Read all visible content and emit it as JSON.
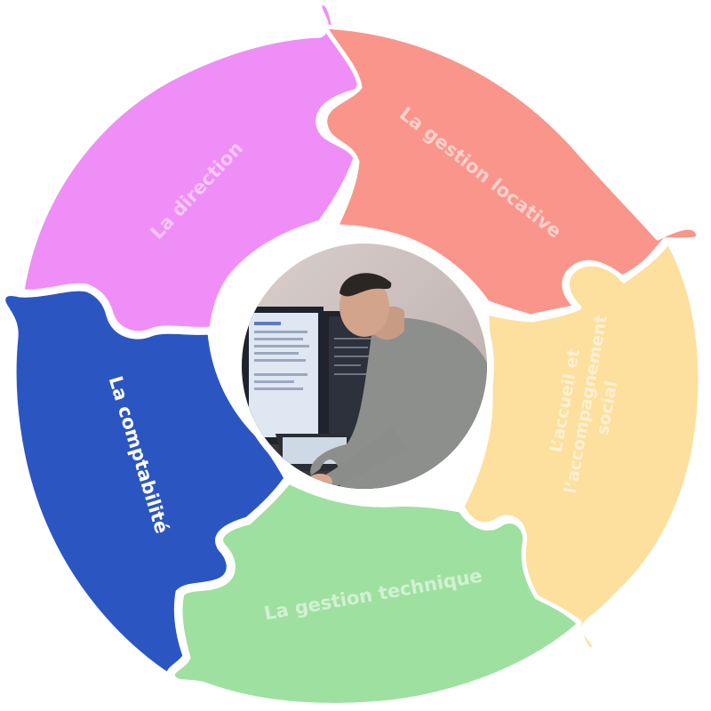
{
  "segments": [
    {
      "id": "direction",
      "label": "La direction",
      "color": "#EE8EF6",
      "text_color": "#F6C7FA"
    },
    {
      "id": "gestion-locative",
      "label": "La gestion locative",
      "color": "#F9958B",
      "text_color": "#FCD0CA"
    },
    {
      "id": "accueil",
      "label_lines": [
        "L’accueil et",
        "l’accompagnement",
        "social"
      ],
      "color": "#FDDF9E",
      "text_color": "#FEF0D2"
    },
    {
      "id": "gestion-technique",
      "label": "La gestion technique",
      "color": "#9EE0A0",
      "text_color": "#D1F1D2"
    },
    {
      "id": "comptabilite",
      "label": "La comptabilité",
      "color": "#2B56C2",
      "text_color": "#FFFFFF"
    }
  ],
  "photo": {
    "alt": "Homme travaillant devant des écrans d’ordinateur"
  }
}
